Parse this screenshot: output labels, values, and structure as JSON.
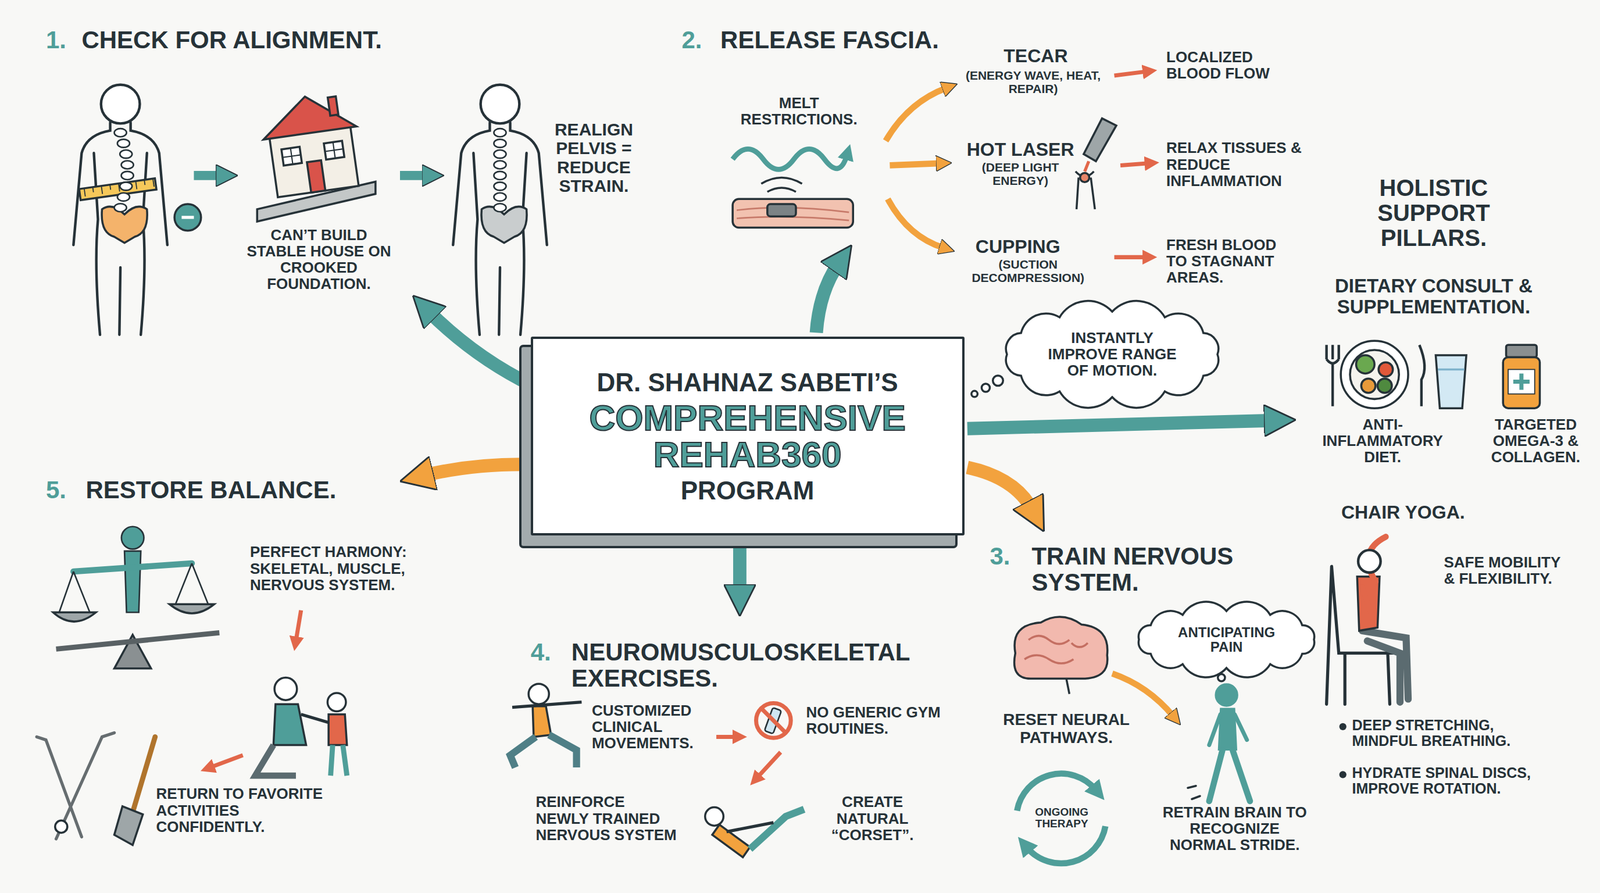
{
  "diagram": {
    "nodes": [
      {
        "text": [
          "DR. SHAHNAZ SABETI’S",
          "COMPREHENSIVE REHAB360",
          "PROGRAM"
        ]
      },
      {
        "text": [
          "INSTANTLY IMPROVE RANGE OF MOTION."
        ]
      },
      {
        "text": [
          "ANTICIPATING PAIN"
        ]
      }
    ],
    "labels": [
      "1.",
      "CHECK FOR ALIGNMENT.",
      "CAN’T BUILD STABLE HOUSE ON CROOKED FOUNDATION.",
      "REALIGN PELVIS = REDUCE STRAIN.",
      "2.",
      "RELEASE FASCIA.",
      "MELT RESTRICTIONS.",
      "TECAR",
      "(ENERGY WAVE, HEAT, REPAIR)",
      "LOCALIZED BLOOD FLOW",
      "HOT LASER",
      "(DEEP LIGHT ENERGY)",
      "RELAX TISSUES & REDUCE INFLAMMATION",
      "CUPPING",
      "(SUCTION DECOMPRESSION)",
      "FRESH BLOOD TO STAGNANT AREAS.",
      "HOLISTIC SUPPORT PILLARS.",
      "DIETARY CONSULT & SUPPLEMENTATION.",
      "ANTI-INFLAMMATORY DIET.",
      "TARGETED OMEGA-3 & COLLAGEN.",
      "CHAIR YOGA.",
      "SAFE MOBILITY & FLEXIBILITY.",
      "DEEP STRETCHING, MINDFUL BREATHING.",
      "HYDRATE SPINAL DISCS, IMPROVE ROTATION.",
      "5.",
      "RESTORE BALANCE.",
      "PERFECT HARMONY: SKELETAL, MUSCLE, NERVOUS SYSTEM.",
      "RETURN TO FAVORITE ACTIVITIES CONFIDENTLY.",
      "4.",
      "NEUROMUSCULOSKELETAL EXERCISES.",
      "CUSTOMIZED CLINICAL MOVEMENTS.",
      "NO GENERIC GYM ROUTINES.",
      "REINFORCE NEWLY TRAINED NERVOUS SYSTEM",
      "CREATE NATURAL “CORSET”.",
      "3.",
      "TRAIN NERVOUS SYSTEM.",
      "RESET NEURAL PATHWAYS.",
      "ONGOING THERAPY",
      "RETRAIN BRAIN TO RECOGNIZE NORMAL STRIDE."
    ]
  }
}
